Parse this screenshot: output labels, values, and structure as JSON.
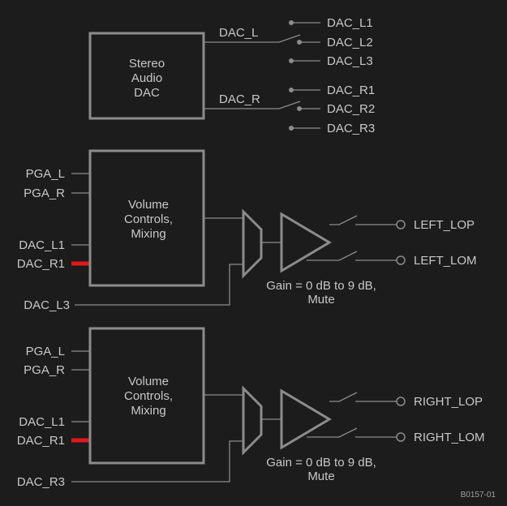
{
  "dac": {
    "block_label": [
      "Stereo",
      "Audio",
      "DAC"
    ],
    "left_label": "DAC_L",
    "right_label": "DAC_R",
    "left_outputs": [
      "DAC_L1",
      "DAC_L2",
      "DAC_L3"
    ],
    "right_outputs": [
      "DAC_R1",
      "DAC_R2",
      "DAC_R3"
    ]
  },
  "left_channel": {
    "inputs": [
      "PGA_L",
      "PGA_R",
      "DAC_L1",
      "DAC_R1"
    ],
    "extra_input": "DAC_L3",
    "block_label": [
      "Volume",
      "Controls,",
      "Mixing"
    ],
    "gain": [
      "Gain = 0 dB to 9 dB,",
      "Mute"
    ],
    "outputs": [
      "LEFT_LOP",
      "LEFT_LOM"
    ]
  },
  "right_channel": {
    "inputs": [
      "PGA_L",
      "PGA_R",
      "DAC_L1",
      "DAC_R1"
    ],
    "extra_input": "DAC_R3",
    "block_label": [
      "Volume",
      "Controls,",
      "Mixing"
    ],
    "gain": [
      "Gain = 0 dB to 9 dB,",
      "Mute"
    ],
    "outputs": [
      "RIGHT_LOP",
      "RIGHT_LOM"
    ]
  },
  "highlight_color": "#e0191b",
  "figure_id": "B0157-01"
}
